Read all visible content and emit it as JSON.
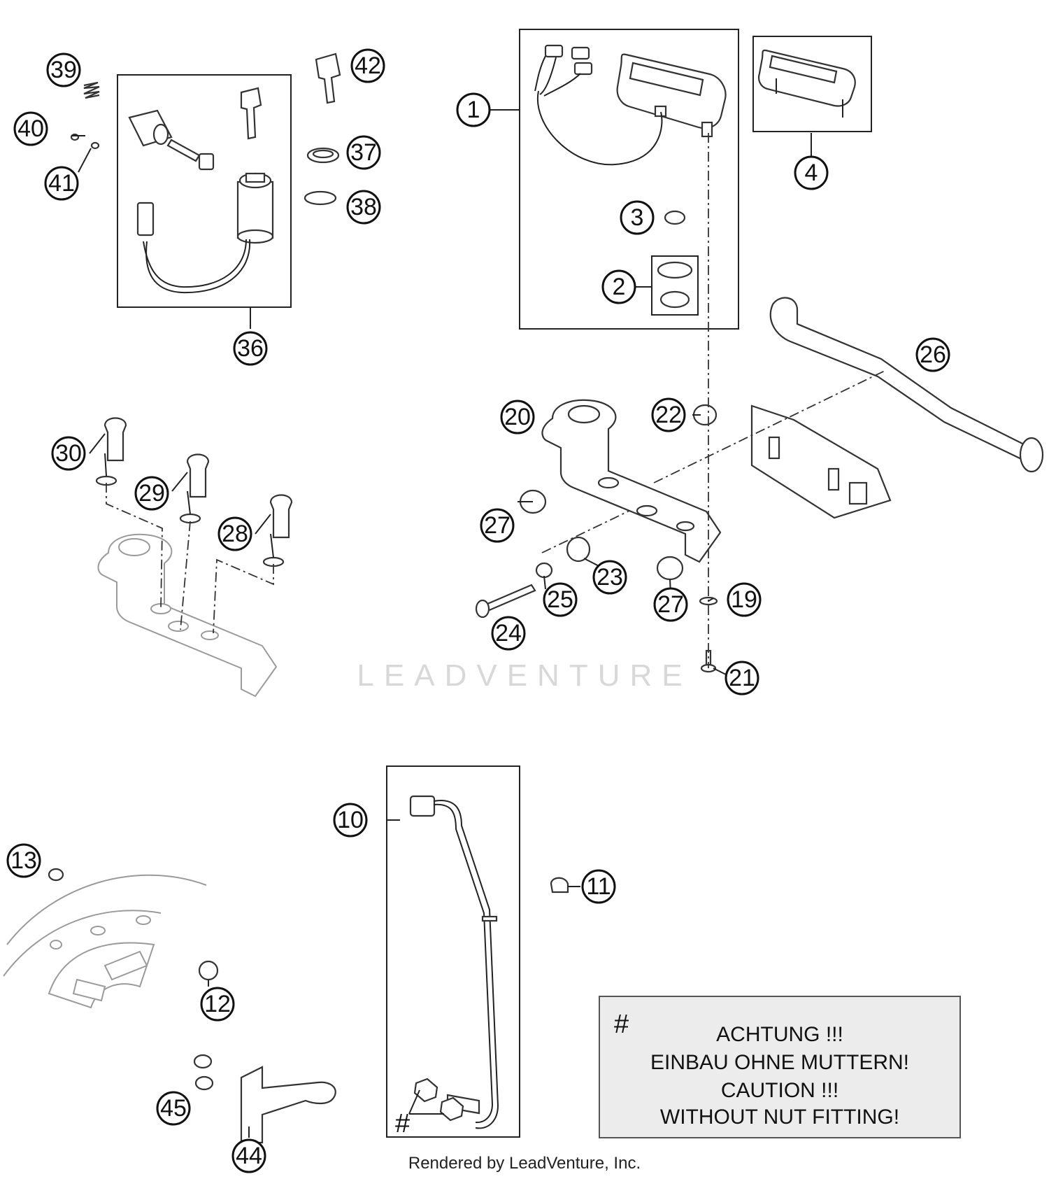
{
  "labels": [
    "1",
    "2",
    "3",
    "4",
    "10",
    "11",
    "12",
    "13",
    "19",
    "20",
    "21",
    "22",
    "23",
    "24",
    "25",
    "26",
    "27",
    "28",
    "29",
    "30",
    "36",
    "37",
    "38",
    "39",
    "40",
    "41",
    "42",
    "44",
    "45"
  ],
  "note": {
    "symbol": "#",
    "lines": [
      "ACHTUNG !!!",
      "EINBAU OHNE MUTTERN!",
      "CAUTION !!!",
      "WITHOUT NUT FITTING!"
    ]
  },
  "callout_symbol": "#",
  "watermark": "LEADVENTURE",
  "footer": "Rendered by LeadVenture, Inc."
}
